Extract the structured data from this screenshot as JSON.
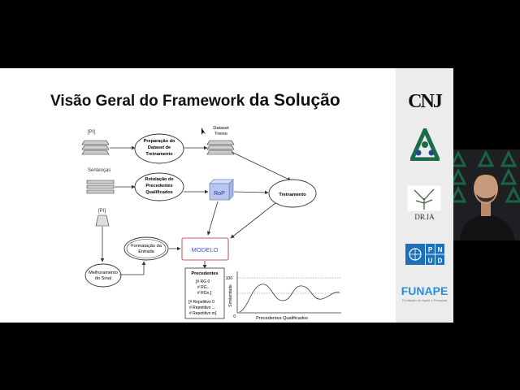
{
  "slide": {
    "title_main": "Visão Geral do Framework",
    "title_emphasis": "da Solução"
  },
  "diagram": {
    "input_pi_top": "[PI]",
    "prep_line1": "Preparação do",
    "prep_line2": "Dataset de",
    "prep_line3": "Treinamento",
    "dataset_line1": "Dataset",
    "dataset_line2": "Treino",
    "sentences_label": "Sentenças",
    "rot_line1": "Rotulação de",
    "rot_line2": "Precedentes",
    "rot_line3": "Qualificados",
    "rop_label": "RoP",
    "training_label": "Treinamento",
    "input_pi_mid": "[PI]",
    "format_line1": "Formatação da",
    "format_line2": "Entrada",
    "model_label": "MODELO",
    "signal_line1": "Melhoramento",
    "signal_line2": "do Sinal",
    "prec_title": "Precedentes",
    "prec_items_a": [
      "[# RG 0",
      "# RG..",
      "# RGn.]"
    ],
    "prec_items_b": [
      "[# Repetitivo 0",
      "# Repetitivo ...",
      "# Repetitivo m]"
    ],
    "chart_y_top": "100",
    "chart_y_bottom": "0",
    "chart_y_label": "Similaridade",
    "chart_x_label": "Precedentes Qualificados"
  },
  "sidebar": {
    "cnj_logo": "CNJ",
    "dria_logo": "DR.IA",
    "pnud_logo": "PNUD",
    "funape_logo": "FUNAPE",
    "funape_tagline": "Fundação de Apoio à Pesquisa"
  },
  "colors": {
    "model_border": "#cc5a6a",
    "model_text": "#4a5bd0",
    "rop_fill": "#b9c6f2",
    "funape_blue": "#2a8fd6",
    "pnud_blue": "#1f6fb8"
  }
}
